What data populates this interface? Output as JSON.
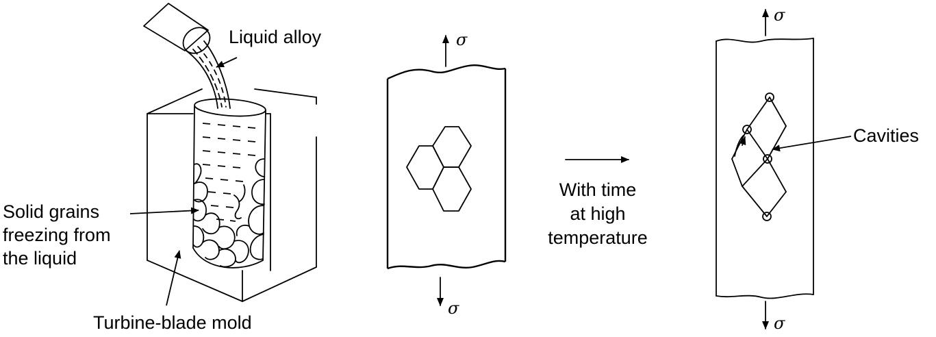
{
  "labels": {
    "liquid_alloy": "Liquid alloy",
    "solid_grains": [
      "Solid grains",
      "freezing from",
      "the liquid"
    ],
    "mold": "Turbine-blade mold",
    "process": [
      "With time",
      "at high",
      "temperature"
    ],
    "cavities": "Cavities",
    "sigma": "σ"
  },
  "colors": {
    "ink": "#000000",
    "background": "#ffffff"
  }
}
